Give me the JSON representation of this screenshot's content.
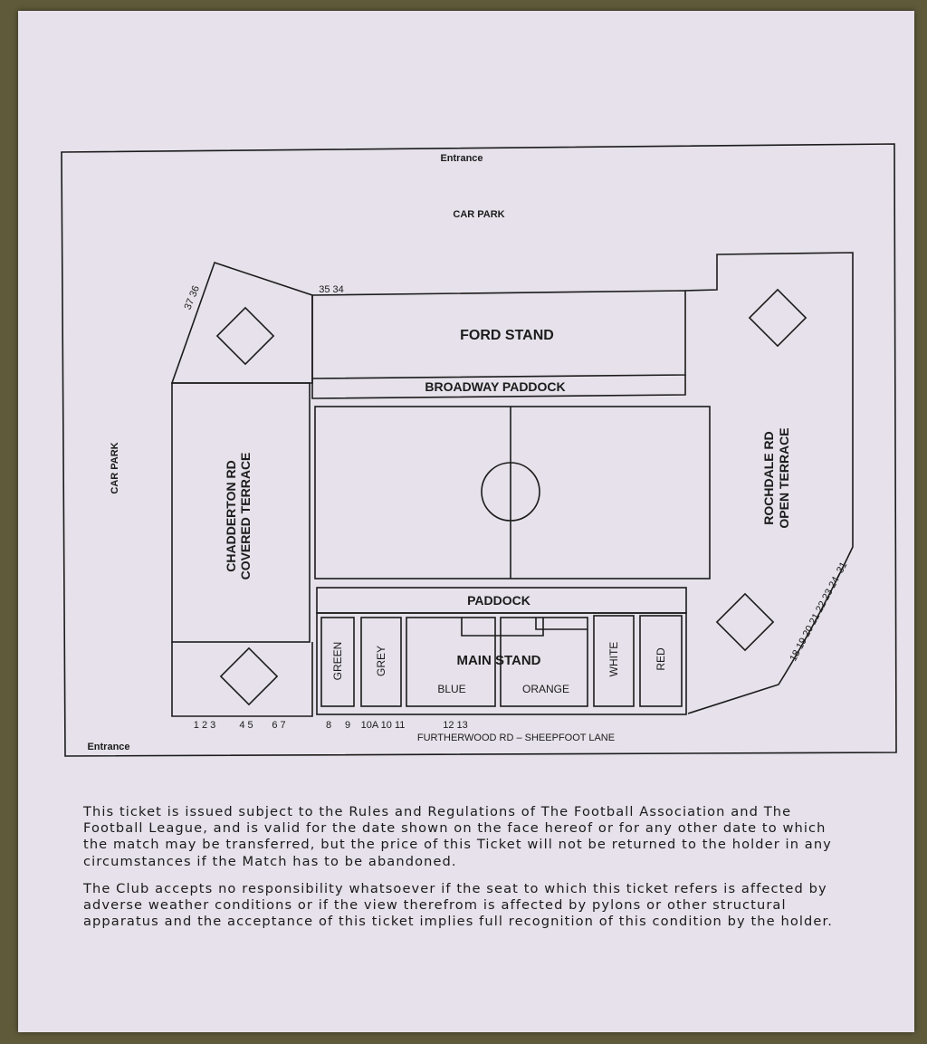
{
  "plan": {
    "entrance_top": "Entrance",
    "entrance_bottom": "Entrance",
    "car_park_top": "CAR PARK",
    "car_park_left": "CAR PARK",
    "ford_stand": "FORD STAND",
    "broadway_paddock": "BROADWAY PADDOCK",
    "chadderton_line1": "CHADDERTON RD",
    "chadderton_line2": "COVERED TERRACE",
    "rochdale_line1": "ROCHDALE RD",
    "rochdale_line2": "OPEN TERRACE",
    "paddock": "PADDOCK",
    "main_stand": "MAIN STAND",
    "section_green": "GREEN",
    "section_grey": "GREY",
    "section_blue": "BLUE",
    "section_orange": "ORANGE",
    "section_white": "WHITE",
    "section_red": "RED",
    "road_bottom": "FURTHERWOOD RD – SHEEPFOOT LANE",
    "gates_top_left": "37 36",
    "gates_top": "35 34",
    "gates_right": "18 19 20 21 22 23 24–31",
    "gates_bottom_1": "1  2 3",
    "gates_bottom_2": "4 5",
    "gates_bottom_3": "6 7",
    "gates_bottom_4": "8",
    "gates_bottom_5": "9",
    "gates_bottom_6": "10A 10 11",
    "gates_bottom_7": "12 13"
  },
  "terms": {
    "paragraph_1": "This ticket is issued subject to the Rules and Regulations of The Football Association and The Football League, and is valid for the date shown on the face hereof or for any other date to which the match may be transferred, but the price of this Ticket will not be returned to the holder in any circumstances if the Match has to be abandoned.",
    "paragraph_2": "The Club accepts no responsibility whatsoever if the seat to which this ticket refers is affected by adverse weather conditions or if the view therefrom is affected by pylons or other structural apparatus and the acceptance of this ticket implies full recognition of this condition by the holder."
  },
  "colors": {
    "paper": "#e6e1ea",
    "ink": "#1c1c1c",
    "background": "#5f5a3a"
  }
}
